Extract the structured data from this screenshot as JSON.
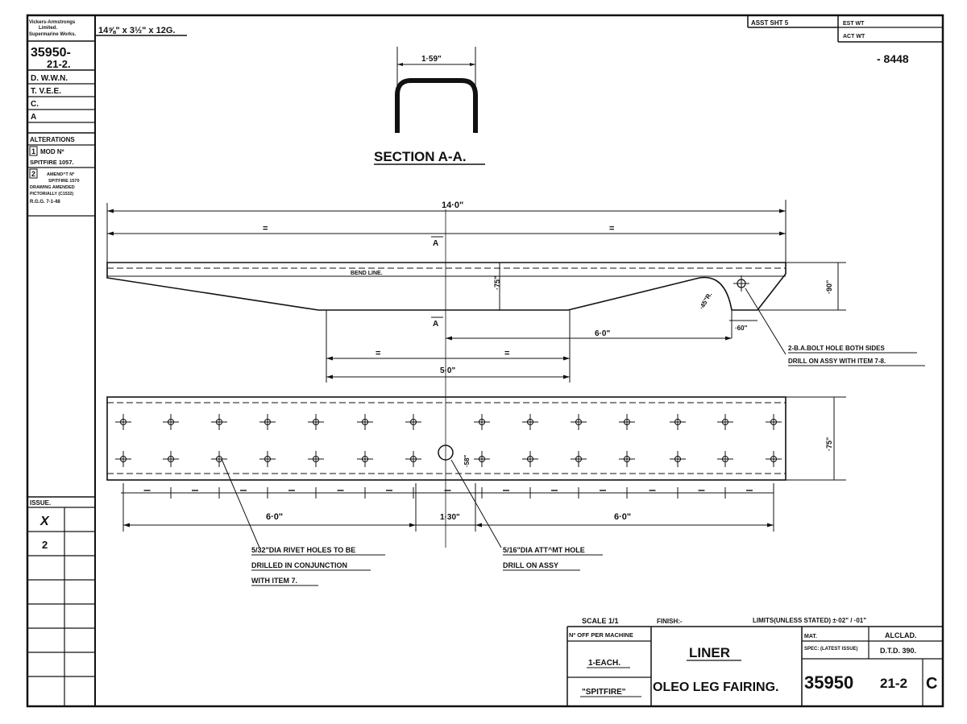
{
  "title_block_left": {
    "company": [
      "Vickers-Armstrongs",
      "Limited.",
      "Supermarine Works."
    ],
    "drawing_no": "35950-",
    "drawing_sub": "21-2.",
    "d": "D. W.W.N.",
    "t": "T. V.E.E.",
    "c": "C.",
    "a": "A"
  },
  "alterations": {
    "header": "ALTERATIONS",
    "item1_no": "1",
    "item1_text": "MOD Nº",
    "item1_ref": "SPITFIRE 1057.",
    "item2_no": "2",
    "item2_lines": [
      "AMEND^T Nº",
      "SPITFIRE 1570",
      "DRAWING AMENDED",
      "PICTORIALLY (C1532)",
      "R.G.G.   7-1-48"
    ]
  },
  "issue": {
    "header": "ISSUE.",
    "rows": [
      "X",
      "2"
    ]
  },
  "material_size": "14⅝\" x 3½\" x 12G.",
  "top_right": {
    "asst_sht": "ASST SHT 5",
    "est_wt": "EST WT",
    "act_wt": "ACT WT",
    "ref_number": "- 8448"
  },
  "section": {
    "width_dim": "1·59\"",
    "title": "SECTION A-A."
  },
  "side_view": {
    "overall_length": "14·0\"",
    "equal_mark": "=",
    "section_mark": "A",
    "bend_line": "BEND LINE.",
    "dim_75": "·75\"",
    "dim_90": "·90\"",
    "radius": "·45\"R.",
    "dim_60": "·60\"",
    "dim_6": "6·0\"",
    "dim_5": "5·0\"",
    "bolt_note": [
      "2-B.A.BOLT HOLE BOTH SIDES",
      "DRILL ON ASSY WITH ITEM 7-8."
    ]
  },
  "plan_view": {
    "dim_75": "·75\"",
    "dim_58": "·58\"",
    "dim_left": "6·0\"",
    "dim_mid": "1·30\"",
    "dim_right": "6·0\"",
    "rivet_note": [
      "5/32\"DIA RIVET HOLES TO BE",
      "DRILLED IN CONJUNCTION",
      "WITH ITEM 7."
    ],
    "hole_note": [
      "5/16\"DIA ATT^MT HOLE",
      "DRILL ON ASSY"
    ]
  },
  "title_block": {
    "scale": "SCALE 1/1",
    "finish": "FINISH:-",
    "limits": "LIMITS(UNLESS STATED) ±·02\" / ·01\"",
    "no_off": "Nº OFF PER MACHINE",
    "each": "1-EACH.",
    "aircraft": "\"SPITFIRE\"",
    "name1": "LINER",
    "name2": "OLEO LEG FAIRING.",
    "mat_label": "MAT.",
    "mat_value": "ALCLAD.",
    "spec_label": "SPEC: (LATEST ISSUE)",
    "spec_value": "D.T.D. 390.",
    "drawing_no": "35950",
    "sheet_no": "21-2",
    "issue_letter": "C"
  }
}
